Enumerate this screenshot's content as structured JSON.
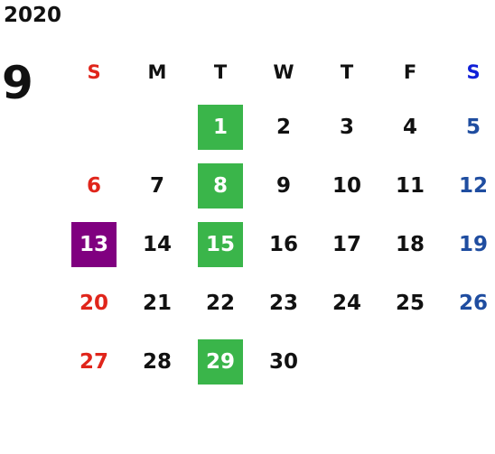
{
  "year": "2020",
  "month": "9",
  "colors": {
    "sunday": "#e0251b",
    "saturday": "#1f4da0",
    "saturday_header": "#1020d8",
    "weekday": "#111111",
    "highlight_green": "#3ab54a",
    "highlight_purple": "#800080"
  },
  "weekdays": [
    {
      "label": "S",
      "kind": "sunday"
    },
    {
      "label": "M",
      "kind": "weekday"
    },
    {
      "label": "T",
      "kind": "weekday"
    },
    {
      "label": "W",
      "kind": "weekday"
    },
    {
      "label": "T",
      "kind": "weekday"
    },
    {
      "label": "F",
      "kind": "weekday"
    },
    {
      "label": "S",
      "kind": "saturday"
    }
  ],
  "weeks": [
    [
      null,
      null,
      {
        "d": "1",
        "hl": "green"
      },
      {
        "d": "2"
      },
      {
        "d": "3"
      },
      {
        "d": "4"
      },
      {
        "d": "5"
      }
    ],
    [
      {
        "d": "6"
      },
      {
        "d": "7"
      },
      {
        "d": "8",
        "hl": "green"
      },
      {
        "d": "9"
      },
      {
        "d": "10"
      },
      {
        "d": "11"
      },
      {
        "d": "12"
      }
    ],
    [
      {
        "d": "13",
        "hl": "purple"
      },
      {
        "d": "14"
      },
      {
        "d": "15",
        "hl": "green"
      },
      {
        "d": "16"
      },
      {
        "d": "17"
      },
      {
        "d": "18"
      },
      {
        "d": "19"
      }
    ],
    [
      {
        "d": "20"
      },
      {
        "d": "21"
      },
      {
        "d": "22"
      },
      {
        "d": "23"
      },
      {
        "d": "24"
      },
      {
        "d": "25"
      },
      {
        "d": "26"
      }
    ],
    [
      {
        "d": "27"
      },
      {
        "d": "28"
      },
      {
        "d": "29",
        "hl": "green"
      },
      {
        "d": "30"
      },
      null,
      null,
      null
    ]
  ]
}
